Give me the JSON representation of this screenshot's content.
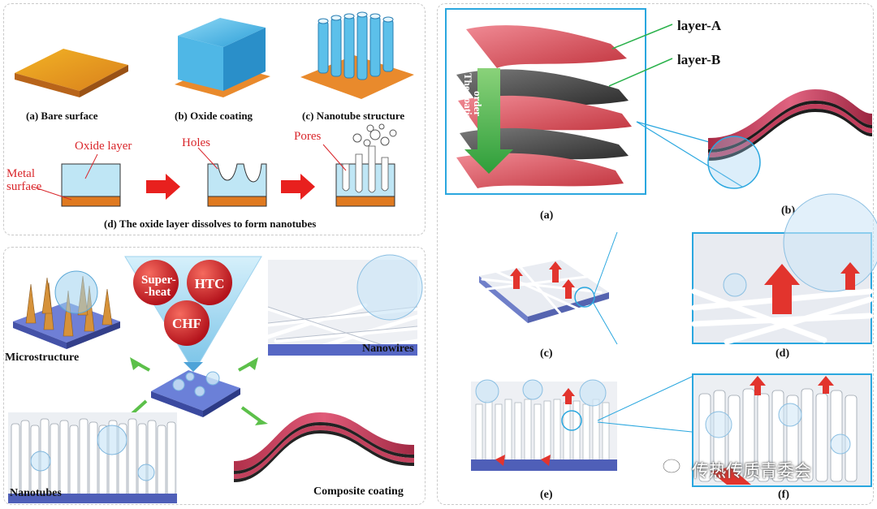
{
  "top_left": {
    "captions": [
      "(a) Bare surface",
      "(b) Oxide coating",
      "(c) Nanotube structure"
    ],
    "diagram": {
      "oxide_layer": "Oxide layer",
      "metal_surface_line1": "Metal",
      "metal_surface_line2": "surface",
      "holes": "Holes",
      "pores": "Pores"
    },
    "caption_d": "(d) The oxide layer dissolves to form nanotubes"
  },
  "bottom_left": {
    "factors": {
      "superheat_line1": "Super-",
      "superheat_line2": "-heat",
      "htc": "HTC",
      "chf": "CHF"
    },
    "labels": {
      "microstructure": "Microstructure",
      "nanowires": "Nanowires",
      "nanotubes": "Nanotubes",
      "composite_coating": "Composite coating"
    }
  },
  "right": {
    "layer_a": "layer-A",
    "layer_b": "layer-B",
    "coating_order_line1": "The coating",
    "coating_order_line2": "order",
    "sub_labels": [
      "(a)",
      "(b)",
      "(c)",
      "(d)",
      "(e)",
      "(f)"
    ]
  },
  "watermark": "传热传质青委会",
  "colors": {
    "accent_blue": "#2aa7df",
    "red": "#d9262b",
    "copper": "#e07a20",
    "oxide": "#bfe6f5"
  }
}
